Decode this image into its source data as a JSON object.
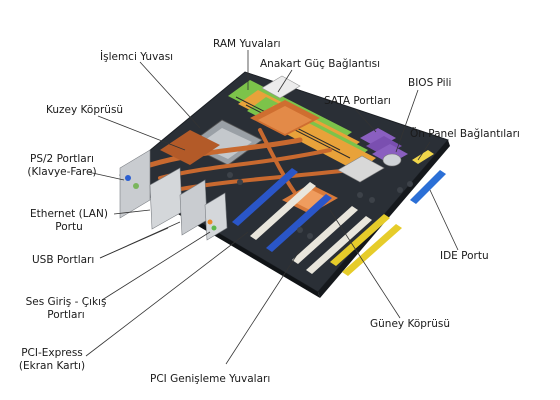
{
  "labels": {
    "ram_slots": "RAM Yuvaları",
    "cpu_socket": "İşlemci Yuvası",
    "power_connector": "Anakart Güç Bağlantısı",
    "bios_battery": "BIOS Pili",
    "sata_ports": "SATA Portları",
    "northbridge": "Kuzey Köprüsü",
    "front_panel": "Ön Panel Bağlantıları",
    "ps2_ports_line1": "PS/2 Portları",
    "ps2_ports_line2": "(Klavye-Fare)",
    "ethernet_line1": "Ethernet (LAN)",
    "ethernet_line2": "Portu",
    "usb_ports": "USB Portları",
    "ide_port": "IDE Portu",
    "audio_line1": "Ses Giriş - Çıkış",
    "audio_line2": "Portları",
    "southbridge": "Güney Köprüsü",
    "pcie_line1": "PCI-Express",
    "pcie_line2": "(Ekran Kartı)",
    "pci_slots": "PCI Genişleme Yuvaları"
  },
  "colors": {
    "pcb": "#2a2f36",
    "ram_green": "#7cc34a",
    "ram_orange": "#e8a23a",
    "heatpipe_copper": "#c8692f",
    "pcie_blue": "#2a56c8",
    "pci_white": "#e9e6dc",
    "pci_yellow": "#e6cc2a",
    "sata_purple": "#8a5fc0",
    "ide_blue": "#2b6fd6",
    "leader_line": "#333333"
  }
}
